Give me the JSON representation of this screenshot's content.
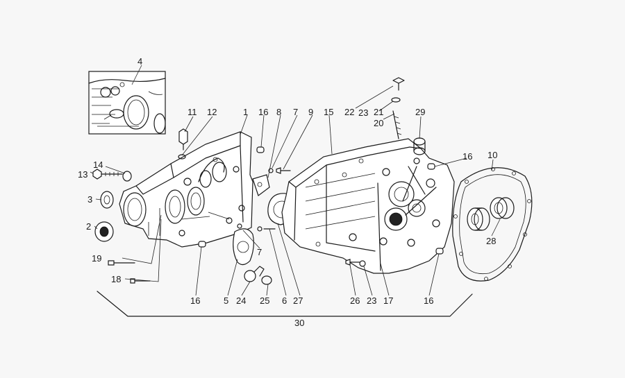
{
  "figure": {
    "callouts": [
      {
        "id": "c1",
        "text": "1"
      },
      {
        "id": "c2",
        "text": "2"
      },
      {
        "id": "c3",
        "text": "3"
      },
      {
        "id": "c4",
        "text": "4"
      },
      {
        "id": "c5",
        "text": "5"
      },
      {
        "id": "c6",
        "text": "6"
      },
      {
        "id": "c7a",
        "text": "7"
      },
      {
        "id": "c7b",
        "text": "7"
      },
      {
        "id": "c8",
        "text": "8"
      },
      {
        "id": "c9",
        "text": "9"
      },
      {
        "id": "c10",
        "text": "10"
      },
      {
        "id": "c11",
        "text": "11"
      },
      {
        "id": "c12",
        "text": "12"
      },
      {
        "id": "c13",
        "text": "13"
      },
      {
        "id": "c14",
        "text": "14"
      },
      {
        "id": "c15",
        "text": "15"
      },
      {
        "id": "c16a",
        "text": "16"
      },
      {
        "id": "c16b",
        "text": "16"
      },
      {
        "id": "c16c",
        "text": "16"
      },
      {
        "id": "c16d",
        "text": "16"
      },
      {
        "id": "c17",
        "text": "17"
      },
      {
        "id": "c18",
        "text": "18"
      },
      {
        "id": "c19",
        "text": "19"
      },
      {
        "id": "c20",
        "text": "20"
      },
      {
        "id": "c21",
        "text": "21"
      },
      {
        "id": "c22",
        "text": "22"
      },
      {
        "id": "c23a",
        "text": "23"
      },
      {
        "id": "c23b",
        "text": "23"
      },
      {
        "id": "c24",
        "text": "24"
      },
      {
        "id": "c25",
        "text": "25"
      },
      {
        "id": "c26",
        "text": "26"
      },
      {
        "id": "c27",
        "text": "27"
      },
      {
        "id": "c28",
        "text": "28"
      },
      {
        "id": "c29",
        "text": "29"
      },
      {
        "id": "c30",
        "text": "30"
      }
    ]
  }
}
